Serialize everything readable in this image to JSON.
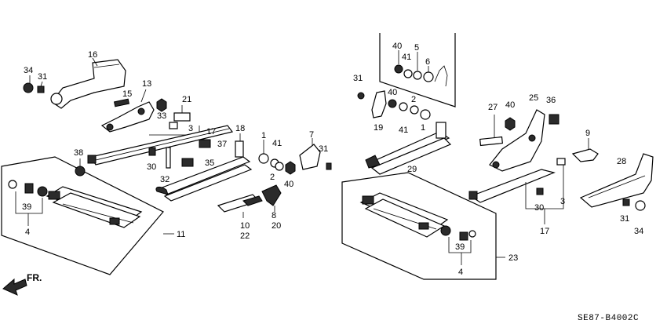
{
  "diagram": {
    "labels": {
      "l34a": "34",
      "l31a": "31",
      "l16": "16",
      "l15": "15",
      "l13": "13",
      "l33": "33",
      "l21": "21",
      "l3a": "3",
      "l17a": "17",
      "l38": "38",
      "l30a": "30",
      "l37": "37",
      "l32": "32",
      "l35": "35",
      "l18": "18",
      "l1a": "1",
      "l41a": "41",
      "l2a": "2",
      "l40a": "40",
      "l7": "7",
      "l31b": "31",
      "l39a": "39",
      "l4a": "4",
      "l11": "11",
      "l10": "10",
      "l22": "22",
      "l8": "8",
      "l20": "20",
      "l40b": "40",
      "l5": "5",
      "l41b": "41",
      "l6": "6",
      "l31c": "31",
      "l40c": "40",
      "l2b": "2",
      "l19": "19",
      "l41c": "41",
      "l1b": "1",
      "l27": "27",
      "l40d": "40",
      "l25": "25",
      "l36": "36",
      "l9": "9",
      "l29": "29",
      "l28": "28",
      "l30b": "30",
      "l3b": "3",
      "l17b": "17",
      "l31d": "31",
      "l34b": "34",
      "l39b": "39",
      "l4b": "4",
      "l23": "23"
    },
    "front_label": "FR.",
    "code": "SE87-B4002C"
  }
}
